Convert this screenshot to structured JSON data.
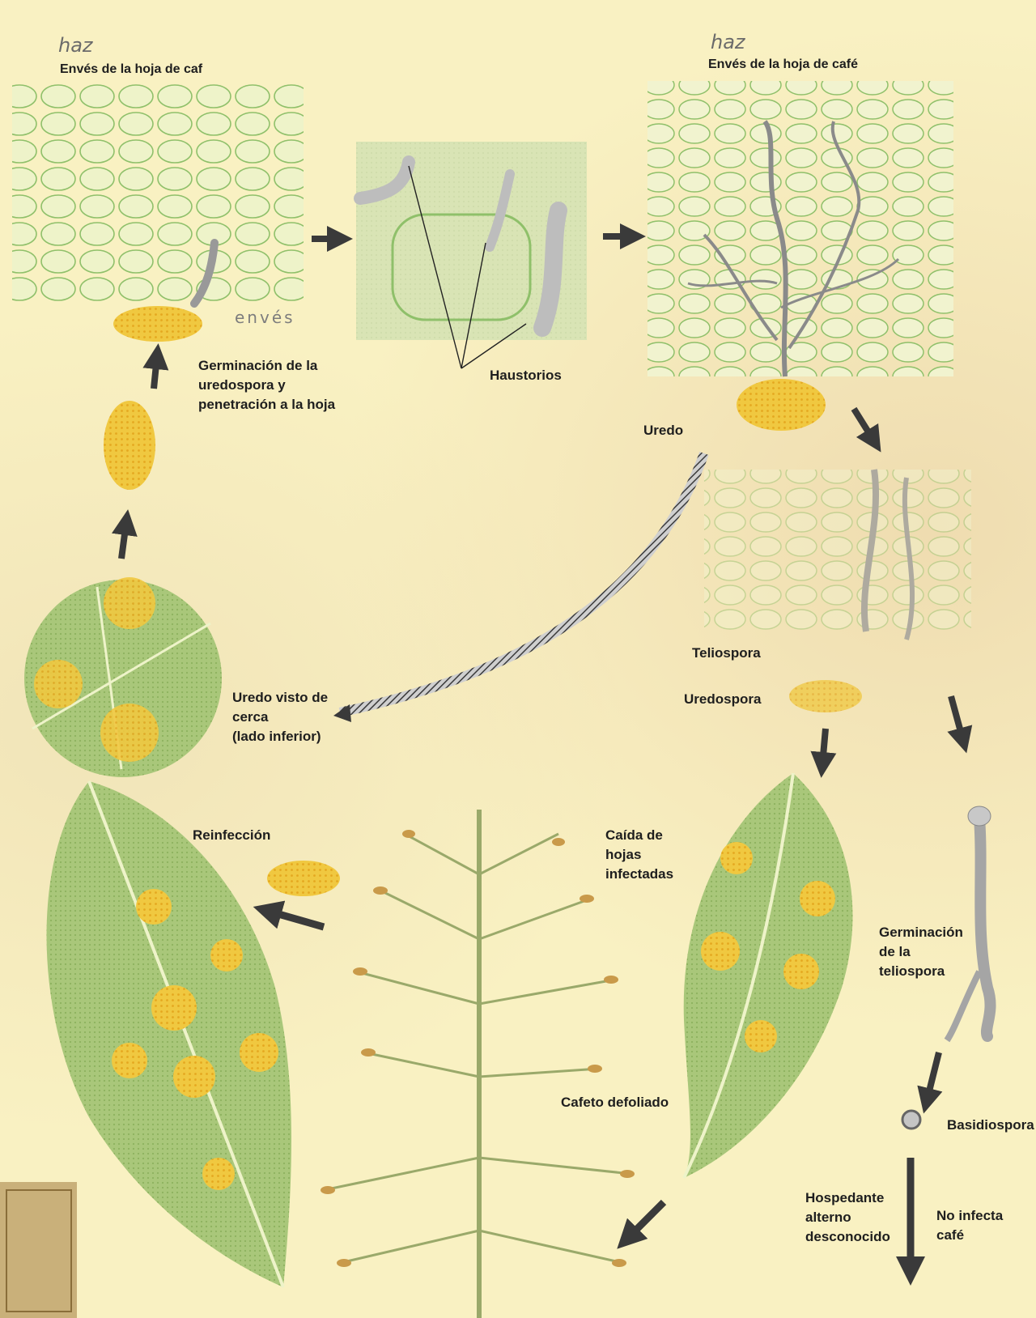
{
  "labels": {
    "haz_left": "haz",
    "haz_right": "haz",
    "enves_left": "Envés de la hoja de caf",
    "enves_right": "Envés de la hoja de café",
    "enves_handwritten": "envés",
    "germinacion_uredospora": "Germinación de la\nuredospora y\npenetración a la hoja",
    "haustorios": "Haustorios",
    "uredo": "Uredo",
    "uredo_visto": "Uredo visto de\ncerca\n(lado inferior)",
    "teliospora": "Teliospora",
    "uredospora": "Uredospora",
    "reinfeccion": "Reinfección",
    "caida_hojas": "Caída de\nhojas\ninfectadas",
    "germinacion_teliospora": "Germinación\nde la\nteliospora",
    "cafeto_defoliado": "Cafeto defoliado",
    "basidiospora": "Basidiospora",
    "hospedante": "Hospedante\nalterno\ndesconocido",
    "no_infecta": "No infecta\ncafé"
  },
  "colors": {
    "background": "#f9f1c2",
    "leaf_green": "#a9c77a",
    "cell_green": "#8fc06a",
    "spore_yellow": "#f0c840",
    "arrow_dark": "#3a3a3a",
    "text": "#1e1e1e"
  }
}
